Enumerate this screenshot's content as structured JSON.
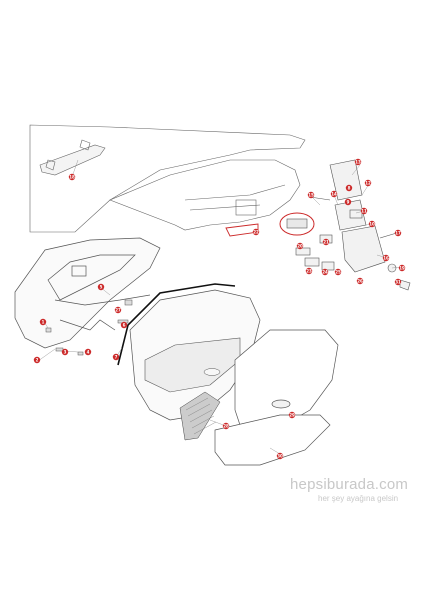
{
  "diagram": {
    "callouts": [
      {
        "id": "c-inset",
        "label": "18"
      },
      {
        "id": "c-top-plate",
        "label": "13"
      },
      {
        "id": "c-r1",
        "label": "15"
      },
      {
        "id": "c-r2",
        "label": "14"
      },
      {
        "id": "c-r3",
        "label": "12"
      },
      {
        "id": "c-r4",
        "label": "11"
      },
      {
        "id": "c-r5",
        "label": "10"
      },
      {
        "id": "c-r6",
        "label": "9"
      },
      {
        "id": "c-r7",
        "label": "8"
      },
      {
        "id": "c-r8",
        "label": "17"
      },
      {
        "id": "c-r9",
        "label": "16"
      },
      {
        "id": "c-r10",
        "label": "19"
      },
      {
        "id": "c-r11",
        "label": "20"
      },
      {
        "id": "c-r12",
        "label": "21"
      },
      {
        "id": "c-m1",
        "label": "22"
      },
      {
        "id": "c-m2",
        "label": "23"
      },
      {
        "id": "c-m3",
        "label": "24"
      },
      {
        "id": "c-m4",
        "label": "25"
      },
      {
        "id": "c-m5",
        "label": "26"
      },
      {
        "id": "c-l1",
        "label": "1"
      },
      {
        "id": "c-l2",
        "label": "2"
      },
      {
        "id": "c-l3",
        "label": "3"
      },
      {
        "id": "c-l4",
        "label": "4"
      },
      {
        "id": "c-l5",
        "label": "5"
      },
      {
        "id": "c-l6",
        "label": "6"
      },
      {
        "id": "c-l7",
        "label": "27"
      },
      {
        "id": "c-l8",
        "label": "7"
      },
      {
        "id": "c-b1",
        "label": "28"
      },
      {
        "id": "c-b2",
        "label": "29"
      },
      {
        "id": "c-b3",
        "label": "30"
      },
      {
        "id": "c-b4",
        "label": "31"
      }
    ]
  },
  "watermark": {
    "brand": "hepsiburada.com",
    "tagline": "her şey ayağına gelsin"
  },
  "colors": {
    "line": "#555555",
    "callout": "#cc2a2a",
    "highlight": "#d23b3b"
  }
}
